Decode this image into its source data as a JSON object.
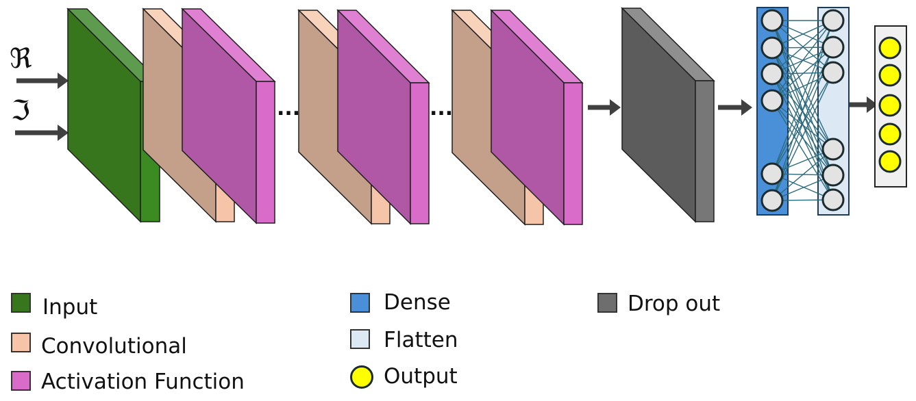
{
  "inputs": {
    "real_symbol": "ℜ",
    "imag_symbol": "ℑ"
  },
  "separators": [
    "...",
    "..."
  ],
  "legend": [
    {
      "key": "input",
      "label": "Input",
      "color": "#38761d"
    },
    {
      "key": "conv",
      "label": "Convolutional",
      "color": "#f6c4a8"
    },
    {
      "key": "activation",
      "label": "Activation Function",
      "color": "#d96bc9"
    },
    {
      "key": "dense",
      "label": "Dense",
      "color": "#4a90d9"
    },
    {
      "key": "flatten",
      "label": "Flatten",
      "color": "#dce9f5"
    },
    {
      "key": "output",
      "label": "Output",
      "color": "#ffff00"
    },
    {
      "key": "dropout",
      "label": "Drop out",
      "color": "#6e6e6e"
    }
  ],
  "colors": {
    "input_front": "#38761d",
    "input_side": "#3c8a22",
    "input_top": "#5e9b4e",
    "conv_front": "#c4a08a",
    "conv_side": "#f6c4a8",
    "conv_top": "#f8d2bb",
    "act_front": "#b058a6",
    "act_side": "#d96bc9",
    "act_top": "#e080d3",
    "drop_front": "#5c5c5c",
    "drop_side": "#777777",
    "drop_top": "#8f8f8f",
    "dense": "#4a90d9",
    "flatten": "#dce9f5",
    "output_node": "#ffff00",
    "node": "#e3e3e3",
    "node_stroke": "#1b2b2e",
    "connection": "#2c6a7d",
    "arrow": "#404040"
  }
}
